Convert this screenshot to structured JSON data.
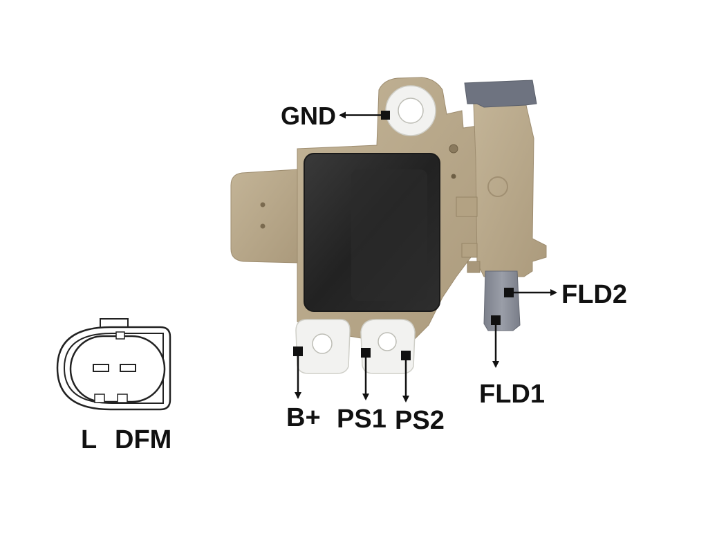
{
  "pins": {
    "gnd": "GND",
    "fld2": "FLD2",
    "fld1": "FLD1",
    "b_plus": "B+",
    "ps1": "PS1",
    "ps2": "PS2"
  },
  "connector": {
    "pin_l": "L",
    "pin_dfm": "DFM"
  },
  "colors": {
    "housing": "#b9a98c",
    "housing_dark": "#a8977a",
    "heatsink": "#2a2a2a",
    "terminal_white": "#f2f2f0",
    "brush_grey": "#8a8e99",
    "ink": "#111111"
  }
}
